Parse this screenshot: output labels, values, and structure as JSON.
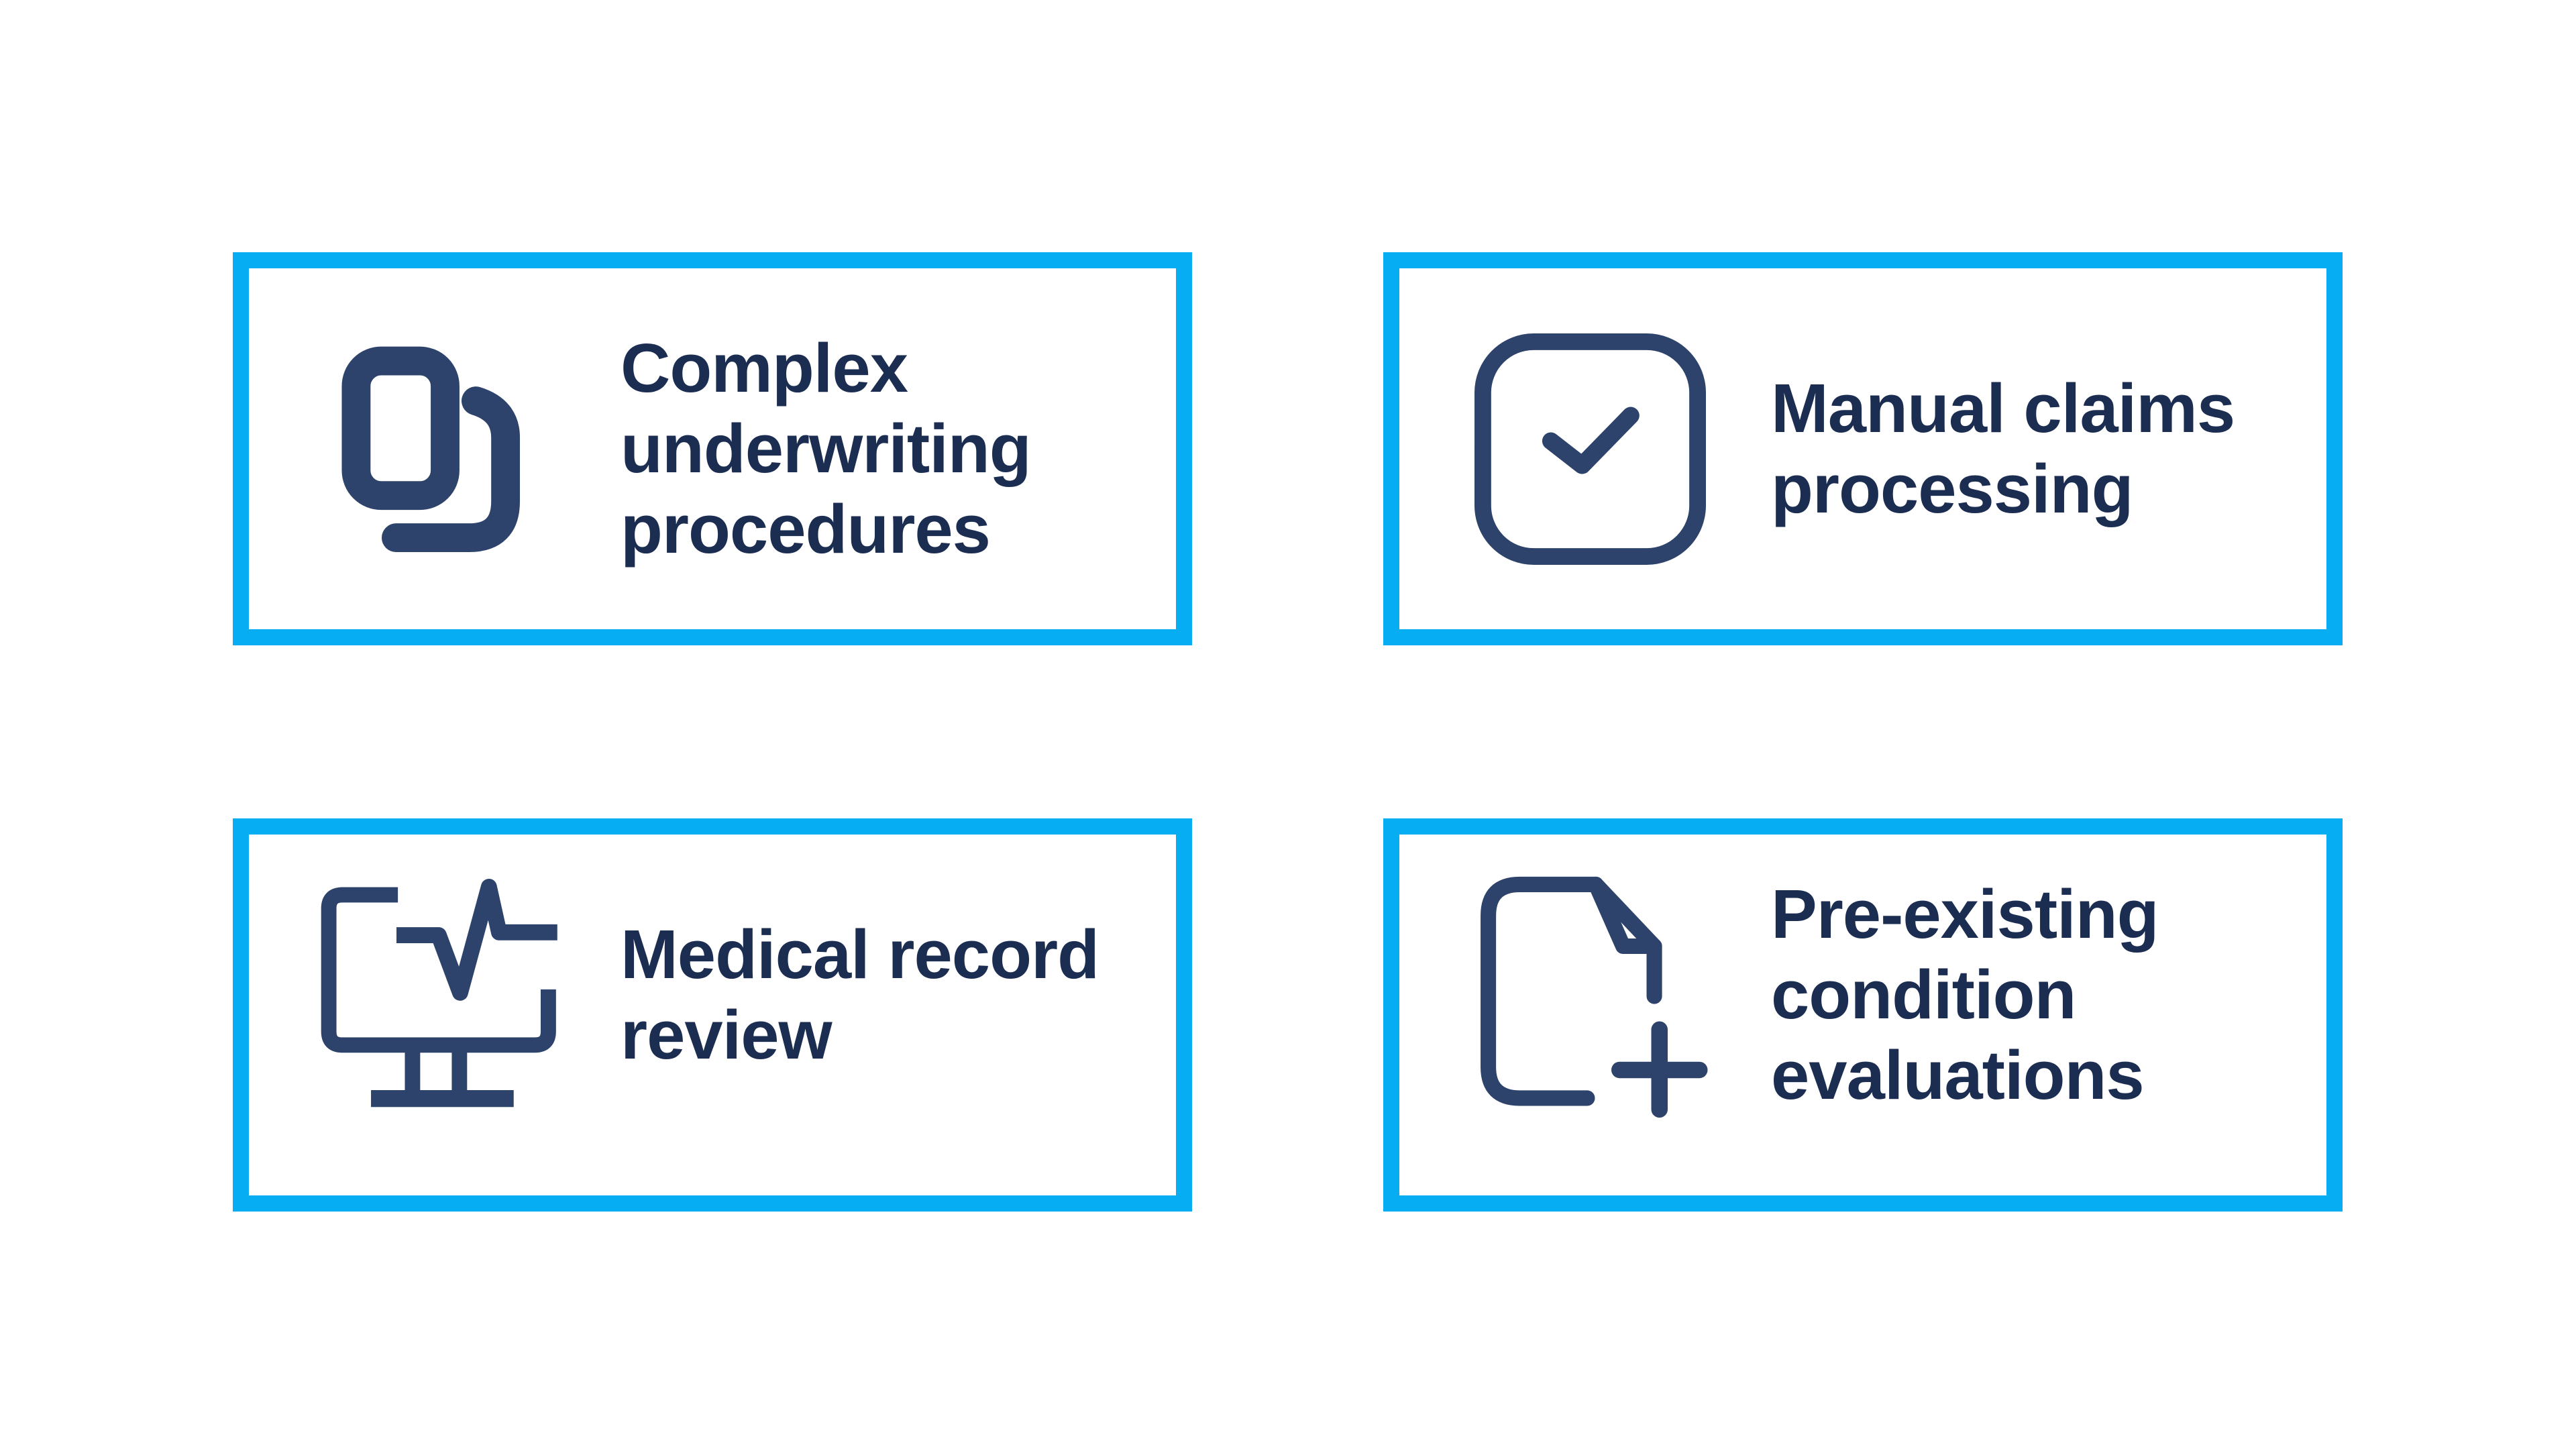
{
  "page": {
    "background": "#ffffff",
    "card_background": "#ffffff",
    "card_border_color": "#07adf3",
    "icon_color": "#2e436b",
    "label_color": "#1c2d52"
  },
  "cards": [
    {
      "icon": "copy-icon",
      "label": "Complex\nunderwriting\nprocedures"
    },
    {
      "icon": "check-square-icon",
      "label": "Manual claims\nprocessing"
    },
    {
      "icon": "monitor-pulse-icon",
      "label": "Medical record\nreview"
    },
    {
      "icon": "file-plus-icon",
      "label": "Pre-existing\ncondition\nevaluations"
    }
  ]
}
